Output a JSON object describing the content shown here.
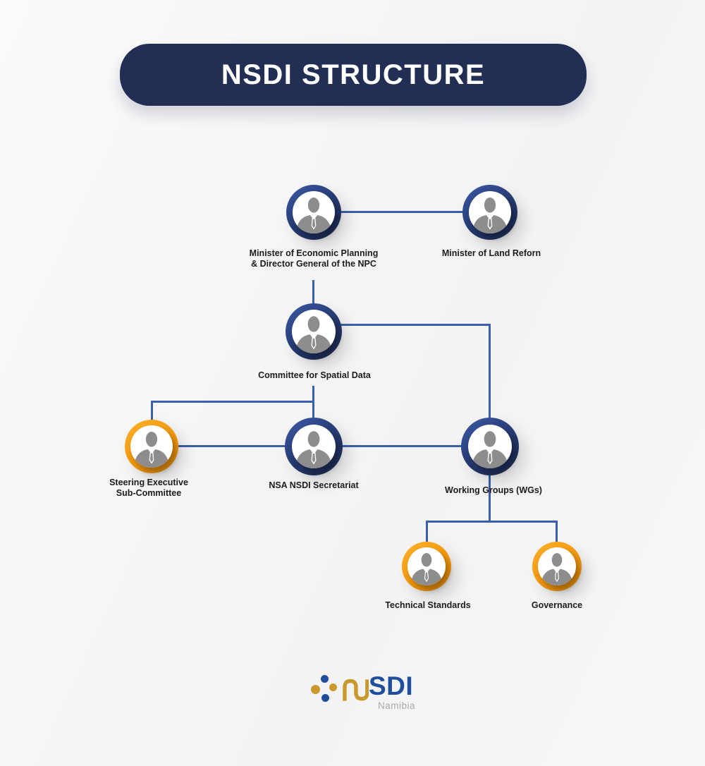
{
  "title": "NSDI STRUCTURE",
  "org_chart": {
    "nodes": [
      {
        "id": "minister-planning",
        "label_lines": [
          "Minister of Economic Planning",
          "& Director General of the NPC"
        ],
        "ring": "navy"
      },
      {
        "id": "minister-land",
        "label_lines": [
          "Minister of Land Reforn"
        ],
        "ring": "navy"
      },
      {
        "id": "committee-spatial-data",
        "label_lines": [
          "Committee for Spatial Data"
        ],
        "ring": "navy"
      },
      {
        "id": "steering-executive",
        "label_lines": [
          "Steering Executive",
          "Sub-Committee"
        ],
        "ring": "orange"
      },
      {
        "id": "nsa-nsdi-secretariat",
        "label_lines": [
          "NSA NSDI Secretariat"
        ],
        "ring": "navy"
      },
      {
        "id": "working-groups",
        "label_lines": [
          "Working Groups (WGs)"
        ],
        "ring": "navy"
      },
      {
        "id": "technical-standards",
        "label_lines": [
          "Technical Standards"
        ],
        "ring": "orange"
      },
      {
        "id": "governance",
        "label_lines": [
          "Governance"
        ],
        "ring": "orange"
      }
    ],
    "edges": [
      [
        "minister-planning",
        "minister-land"
      ],
      [
        "minister-planning",
        "committee-spatial-data"
      ],
      [
        "committee-spatial-data",
        "steering-executive"
      ],
      [
        "committee-spatial-data",
        "nsa-nsdi-secretariat"
      ],
      [
        "committee-spatial-data",
        "working-groups"
      ],
      [
        "steering-executive",
        "nsa-nsdi-secretariat"
      ],
      [
        "nsa-nsdi-secretariat",
        "working-groups"
      ],
      [
        "working-groups",
        "technical-standards"
      ],
      [
        "working-groups",
        "governance"
      ]
    ]
  },
  "logo": {
    "wordmark_n": "N",
    "wordmark_rest": "SDI",
    "subtitle": "Namibia"
  },
  "colors": {
    "banner_navy": "#232e54",
    "ring_navy": "#24386c",
    "ring_orange": "#f0960d",
    "connector_blue": "#3c5fad",
    "logo_blue": "#1f4e9c",
    "logo_gold": "#c9992e",
    "silhouette_gray": "#8d8d8d"
  }
}
